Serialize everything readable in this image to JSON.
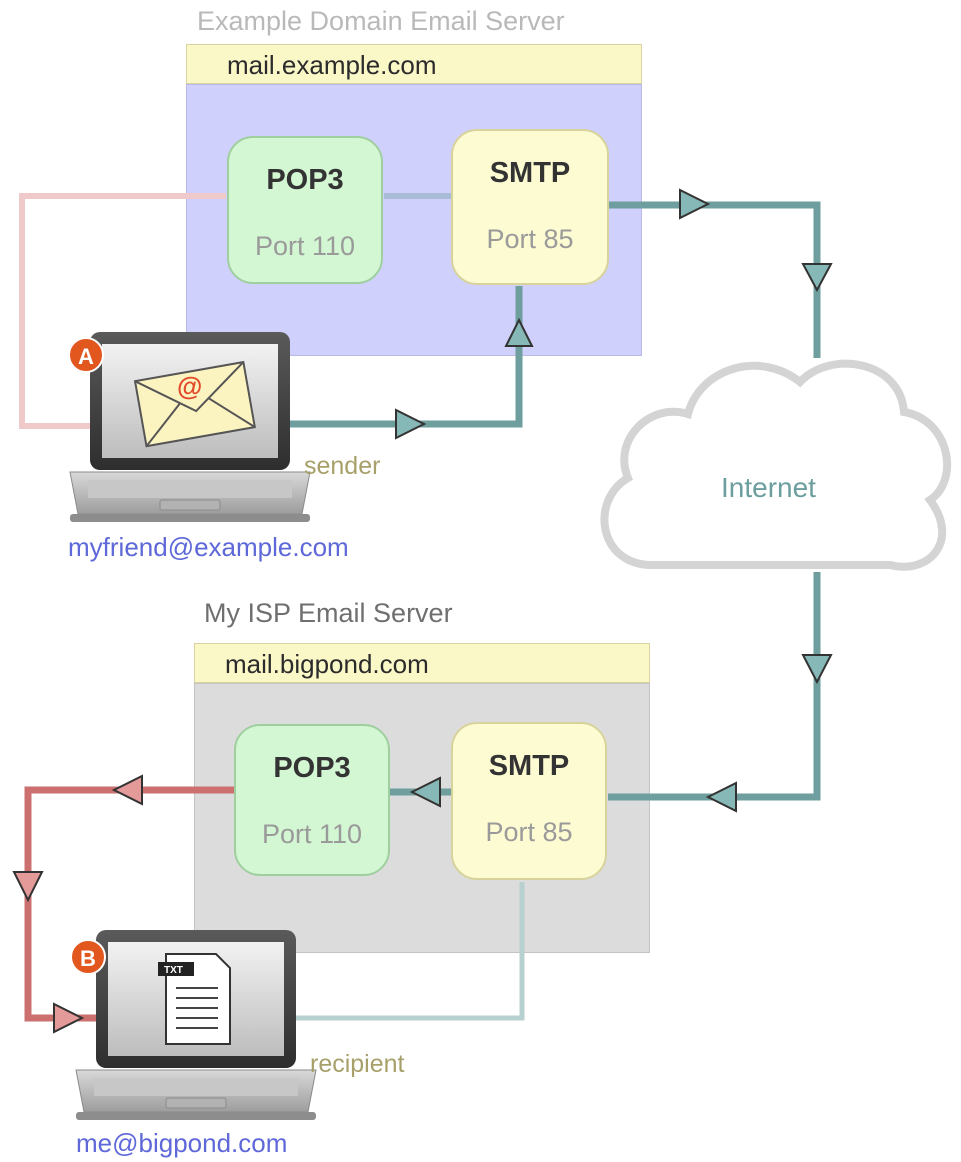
{
  "sender_server": {
    "title": "Example Domain Email Server",
    "host": "mail.example.com",
    "pop3": {
      "label": "POP3",
      "port": "Port 110"
    },
    "smtp": {
      "label": "SMTP",
      "port": "Port 85"
    }
  },
  "recipient_server": {
    "title": "My ISP Email Server",
    "host": "mail.bigpond.com",
    "pop3": {
      "label": "POP3",
      "port": "Port 110"
    },
    "smtp": {
      "label": "SMTP",
      "port": "Port 85"
    }
  },
  "internet": {
    "label": "Internet"
  },
  "sender": {
    "badge": "A",
    "role": "sender",
    "email": "myfriend@example.com"
  },
  "recipient": {
    "badge": "B",
    "role": "recipient",
    "email": "me@bigpond.com",
    "doc_tag": "TXT"
  },
  "colors": {
    "sender_bg": "#cfd0fb",
    "recipient_bg": "#dcdcdc",
    "teal_line": "#6f9e9e",
    "red_line": "#cc6f6f",
    "badge": "#e2571e"
  }
}
